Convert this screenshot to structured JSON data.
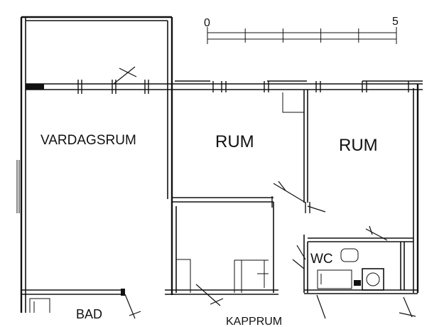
{
  "rooms": {
    "vardagsrum": "VARDAGSRUM",
    "rum_1": "RUM",
    "rum_2": "RUM",
    "wc": "WC",
    "bad": "BAD",
    "kapprum": "KAPPRUM"
  },
  "scale_bar": {
    "start_label": "0",
    "end_label": "5",
    "divisions": 5
  }
}
